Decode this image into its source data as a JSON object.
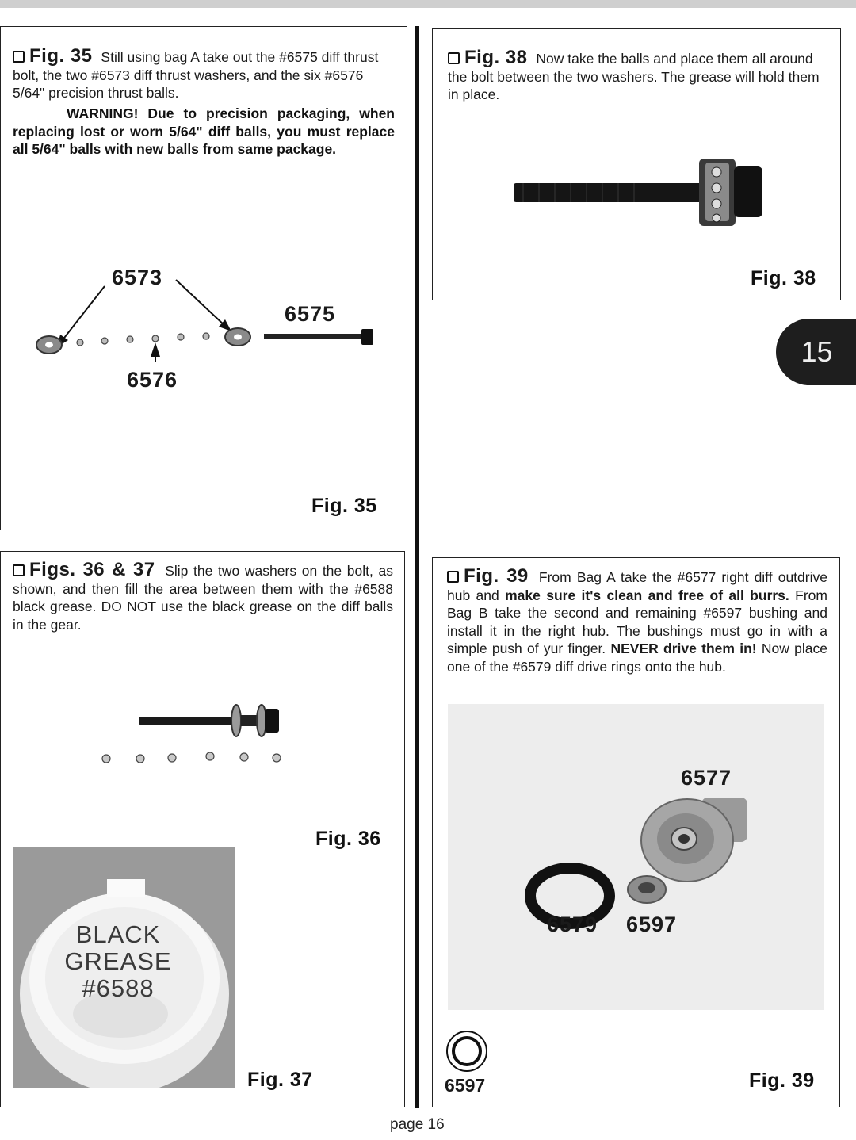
{
  "page_badge": "15",
  "page_footer": "page 16",
  "fig35": {
    "head": "Fig. 35",
    "text": "Still using bag A take out the #6575 diff thrust bolt, the two #6573 diff thrust washers, and the six #6576 5/64\" precision thrust balls.",
    "warning": "WARNING! Due to precision packaging, when replacing lost or worn 5/64\" diff balls, you must replace all 5/64\" balls with new balls from same package.",
    "label_washer": "6573",
    "label_bolt": "6575",
    "label_balls": "6576",
    "caption": "Fig. 35"
  },
  "fig38": {
    "head": "Fig. 38",
    "text": "Now take the balls and place them all around the bolt between the two washers. The grease will hold them in place.",
    "caption": "Fig. 38"
  },
  "fig3637": {
    "head": "Figs. 36 & 37",
    "text": "Slip the two washers on the bolt, as shown, and then fill the area between them with the #6588 black grease. DO NOT use the black grease on the diff balls in the gear.",
    "caption36": "Fig. 36",
    "caption37": "Fig. 37",
    "jar_line1": "BLACK",
    "jar_line2": "GREASE",
    "jar_line3": "#6588"
  },
  "fig39": {
    "head": "Fig. 39",
    "text_1": "From Bag A take the #6577 right diff outdrive hub and",
    "text_2_bold": "make sure it's clean and free of all burrs.",
    "text_3": "From Bag B take the second and remaining #6597 bushing and install it in the right hub. The bushings must go in with a simple push of yur finger.",
    "text_4_bold": "NEVER drive them in!",
    "text_5": "Now place one of the #6579 diff drive rings onto the hub.",
    "label_hub": "6577",
    "label_ring": "6579",
    "label_bushing": "6597",
    "icon_label": "6597",
    "caption": "Fig. 39"
  }
}
